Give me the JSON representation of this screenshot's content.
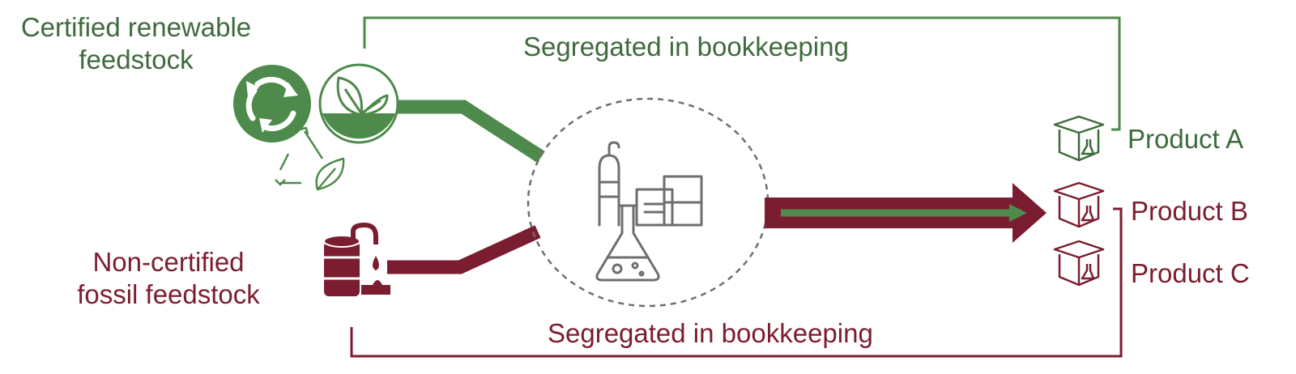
{
  "renewable": {
    "line1": "Certified renewable",
    "line2": "feedstock"
  },
  "fossil": {
    "line1": "Non-certified",
    "line2": "fossil feedstock"
  },
  "top_bookkeeping": "Segregated in bookkeeping",
  "bottom_bookkeeping": "Segregated in bookkeeping",
  "products": {
    "a": "Product A",
    "b": "Product B",
    "c": "Product C"
  },
  "icons": {
    "recycle": "recycle-icon",
    "leaf": "leaf-icon",
    "recycle_leaf": "recycle-leaf-icon",
    "fossil": "oil-barrel-icon",
    "plant": "chemical-plant-icon",
    "box": "product-box-icon"
  },
  "colors": {
    "green": "#4e8a4b",
    "green_text": "#3e6b3c",
    "red": "#7b1d30",
    "gray": "#6e6e6e"
  }
}
